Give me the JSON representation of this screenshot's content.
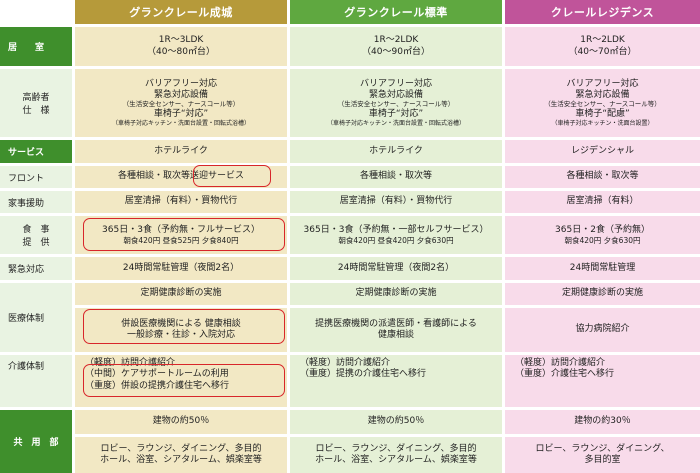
{
  "headers": {
    "col1": "グランクレール成城",
    "col2": "グランクレール標準",
    "col3": "クレールレジデンス"
  },
  "rows": {
    "kyoshitsu": {
      "label": "居　　室",
      "c1": [
        "1R～3LDK",
        "（40～80㎡台）"
      ],
      "c2": [
        "1R～2LDK",
        "（40～90㎡台）"
      ],
      "c3": [
        "1R～2LDK",
        "（40～70㎡台）"
      ]
    },
    "koreisha": {
      "label_lines": [
        "高齢者",
        "仕　様"
      ],
      "c1": [
        "バリアフリー対応",
        "緊急対応設備",
        "（生活安全センサー、ナースコール等）",
        "車椅子“対応”",
        "（車椅子対応キッチン・洗面台設置・回転式浴槽）"
      ],
      "c2": [
        "バリアフリー対応",
        "緊急対応設備",
        "（生活安全センサー、ナースコール等）",
        "車椅子“対応”",
        "（車椅子対応キッチン・洗面台設置・回転式浴槽）"
      ],
      "c3": [
        "バリアフリー対応",
        "緊急対応設備",
        "（生活安全センサー、ナースコール等）",
        "車椅子“配慮”",
        "（車椅子対応キッチン・洗面台設置）"
      ]
    },
    "service": {
      "label": "サービス",
      "c1": "ホテルライク",
      "c2": "ホテルライク",
      "c3": "レジデンシャル"
    },
    "front": {
      "label": "フロント",
      "c1a": "各種相談・取次等",
      "c1b": "送迎サービス",
      "c2": "各種相談・取次等",
      "c3": "各種相談・取次等"
    },
    "kaji": {
      "label": "家事援助",
      "c1": "居室清掃（有料）・買物代行",
      "c2": "居室清掃（有料）・買物代行",
      "c3": "居室清掃（有料）"
    },
    "shokuji": {
      "label_lines": [
        "食　事",
        "提　供"
      ],
      "c1": [
        "365日・3食（予約無・フルサービス）",
        "朝食420円 昼食525円 夕食840円"
      ],
      "c2": [
        "365日・3食（予約無・一部セルフサービス）",
        "朝食420円 昼食420円 夕食630円"
      ],
      "c3": [
        "365日・2食（予約無）",
        "朝食420円 夕食630円"
      ]
    },
    "kinkyu": {
      "label": "緊急対応",
      "c1": "24時間常駐管理（夜間2名）",
      "c2": "24時間常駐管理（夜間2名）",
      "c3": "24時間常駐管理"
    },
    "iryo": {
      "label": "医療体制",
      "c1_top": "定期健康診断の実施",
      "c2_top": "定期健康診断の実施",
      "c3_top": "定期健康診断の実施",
      "c1_bottom": [
        "併設医療機関による 健康相談",
        "一般診療・往診・入院対応"
      ],
      "c2_bottom": [
        "提携医療機関の派遣医師・看護師による",
        "健康相談"
      ],
      "c3_bottom": "協力病院紹介"
    },
    "kaigo": {
      "label": "介護体制",
      "c1": [
        "（軽度）訪問介護紹介",
        "（中間）ケアサポートルームの利用",
        "（重度）併設の提携介護住宅へ移行"
      ],
      "c2": [
        "（軽度）訪問介護紹介",
        "（重度）提携の介護住宅へ移行"
      ],
      "c3": [
        "（軽度）訪問介護紹介",
        "（重度）介護住宅へ移行"
      ]
    },
    "kyoyo": {
      "label": "共　用　部",
      "c1_top": "建物の約50％",
      "c2_top": "建物の約50％",
      "c3_top": "建物の約30％",
      "c1_bottom": [
        "ロビー、ラウンジ、ダイニング、多目的",
        "ホール、浴室、シアタルーム、娯楽室等"
      ],
      "c2_bottom": [
        "ロビー、ラウンジ、ダイニング、多目的",
        "ホール、浴室、シアタルーム、娯楽室等"
      ],
      "c3_bottom": [
        "ロビー、ラウンジ、ダイニング、",
        "多目的室"
      ]
    }
  },
  "colors": {
    "header_gold": "#b69a3a",
    "header_green": "#5fa840",
    "header_pink": "#c0549a",
    "highlight_red": "#d8262a"
  }
}
